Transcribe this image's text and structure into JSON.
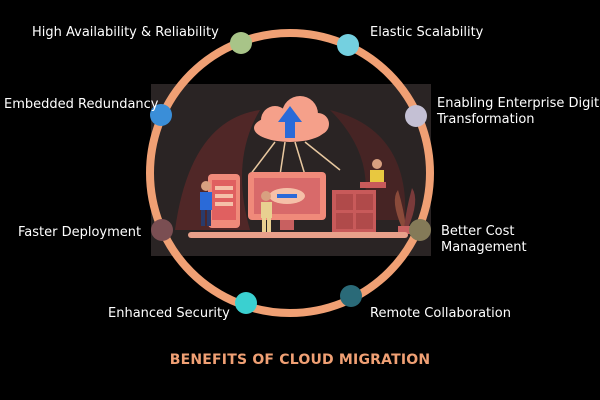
{
  "title": "BENEFITS OF CLOUD MIGRATION",
  "colors": {
    "background": "#000000",
    "ring": "#f0a074",
    "title": "#f0a074",
    "text": "#ffffff",
    "illustration_bg": "#2a2424",
    "illustration_accent": "#f08a7a"
  },
  "benefits": [
    {
      "id": "high-availability",
      "label_lines": [
        "High Availability & Reliability"
      ],
      "dot_color": "#a8c488"
    },
    {
      "id": "elastic-scalability",
      "label_lines": [
        "Elastic Scalability"
      ],
      "dot_color": "#74d0e0"
    },
    {
      "id": "embedded-redundancy",
      "label_lines": [
        "Embedded Redundancy"
      ],
      "dot_color": "#3a8ed8"
    },
    {
      "id": "digital-transformation",
      "label_lines": [
        "Enabling Enterprise Digital",
        "Transformation"
      ],
      "dot_color": "#c4c0d4"
    },
    {
      "id": "faster-deployment",
      "label_lines": [
        "Faster Deployment"
      ],
      "dot_color": "#7a4e52"
    },
    {
      "id": "cost-management",
      "label_lines": [
        "Better Cost",
        "Management"
      ],
      "dot_color": "#847a58"
    },
    {
      "id": "enhanced-security",
      "label_lines": [
        "Enhanced Security"
      ],
      "dot_color": "#3ad0d0"
    },
    {
      "id": "remote-collaboration",
      "label_lines": [
        "Remote Collaboration"
      ],
      "dot_color": "#2a6a78"
    }
  ],
  "illustration_icon": "cloud-migration-illustration"
}
